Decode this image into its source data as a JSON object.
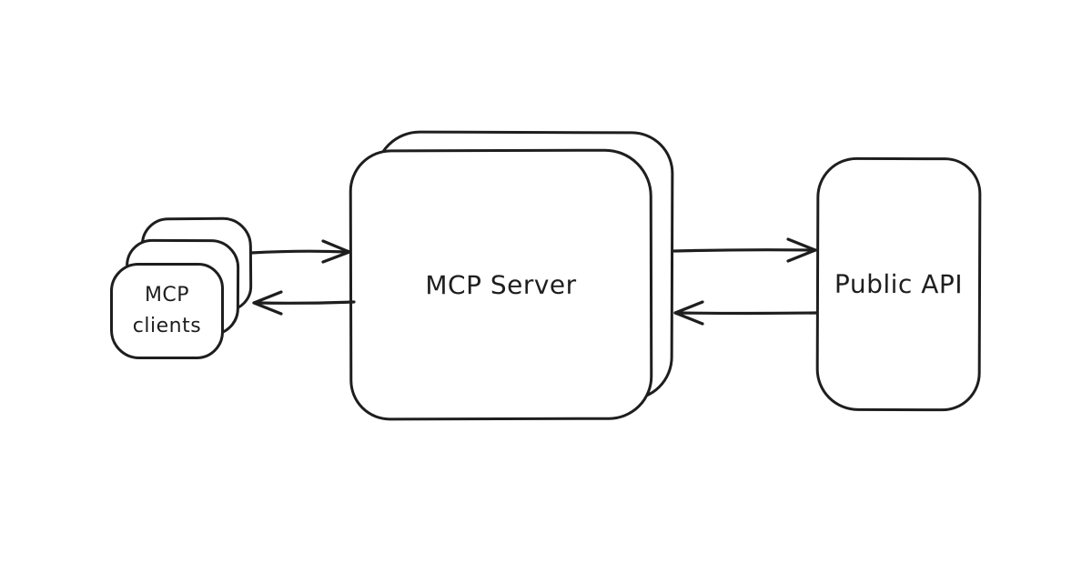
{
  "canvas": {
    "background_color": "#ffffff",
    "ink_color": "#1e1e1e",
    "style": "hand-drawn whiteboard diagram"
  },
  "nodes": {
    "clients": {
      "type": "stacked-cards",
      "card_count": 3,
      "label_lines": [
        "MCP",
        "clients"
      ]
    },
    "server": {
      "type": "double-box",
      "label": "MCP Server"
    },
    "api": {
      "type": "box",
      "label": "Public API"
    }
  },
  "edges": [
    {
      "from": "clients",
      "to": "server",
      "direction": "right"
    },
    {
      "from": "server",
      "to": "clients",
      "direction": "left"
    },
    {
      "from": "server",
      "to": "api",
      "direction": "right"
    },
    {
      "from": "api",
      "to": "server",
      "direction": "left"
    }
  ]
}
